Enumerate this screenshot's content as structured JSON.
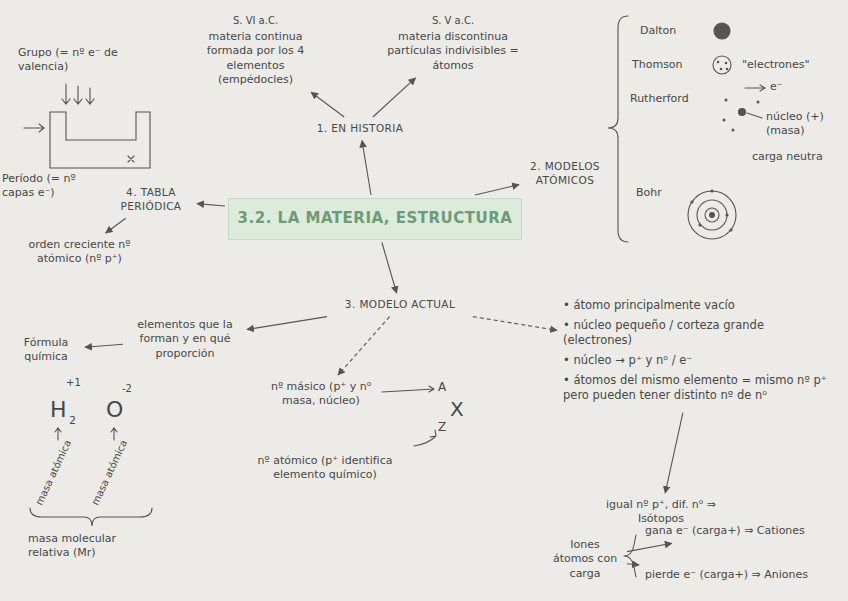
{
  "diagram": {
    "nodes": [
      {
        "text": [
          "3.2. LA MATERIA, ESTRUCTURA"
        ]
      },
      {
        "text": [
          "1. EN HISTORIA"
        ]
      },
      {
        "text": [
          "S. VI a.C.",
          "materia continua formada por los 4 elementos (empédocles)"
        ]
      },
      {
        "text": [
          "S. V a.C.",
          "materia discontinua partículas indivisibles = átomos"
        ]
      },
      {
        "text": [
          "2. MODELOS ATÓMICOS"
        ]
      },
      {
        "text": [
          "4. TABLA PERIÓDICA"
        ]
      },
      {
        "text": [
          "orden creciente nº atómico (nº p⁺)"
        ]
      },
      {
        "text": [
          "3. MODELO ACTUAL"
        ]
      },
      {
        "text": [
          "Fórmula química"
        ]
      },
      {
        "text": [
          "elementos que la forman y en qué proporción"
        ]
      },
      {
        "text": [
          "nº másico (p⁺ y n⁰ masa, núcleo)"
        ]
      },
      {
        "text": [
          "nº atómico (p⁺ identifica elemento químico)"
        ]
      },
      {
        "text": [
          "• átomo principalmente vacío",
          "• núcleo pequeño / corteza grande (electrones)",
          "• núcleo → p⁺ y n⁰ / e⁻",
          "• átomos del mismo elemento = mismo nº p⁺ pero pueden tener distinto nº de n⁰"
        ]
      },
      {
        "text": [
          "igual nº p⁺, dif. n⁰ ⇒ Isótopos"
        ]
      },
      {
        "text": [
          "Iones átomos con carga"
        ]
      },
      {
        "text": [
          "gana e⁻ (carga+) ⇒ Cationes"
        ]
      },
      {
        "text": [
          "pierde e⁻ (carga+) ⇒ Aniones"
        ]
      }
    ],
    "edges": [
      {
        "from": 0,
        "to": 1,
        "arrow": "to"
      },
      {
        "from": 1,
        "to": 2,
        "arrow": "to"
      },
      {
        "from": 1,
        "to": 3,
        "arrow": "to"
      },
      {
        "from": 0,
        "to": 4,
        "arrow": "to"
      },
      {
        "from": 0,
        "to": 5,
        "arrow": "to"
      },
      {
        "from": 5,
        "to": 6,
        "arrow": "to"
      },
      {
        "from": 0,
        "to": 7,
        "arrow": "to"
      },
      {
        "from": 7,
        "to": 9,
        "arrow": "to"
      },
      {
        "from": 9,
        "to": 8,
        "arrow": "to"
      },
      {
        "from": 7,
        "to": 12,
        "arrow": "to"
      },
      {
        "from": 7,
        "to": 10,
        "arrow": "to"
      },
      {
        "from": 12,
        "to": 13,
        "arrow": "to"
      },
      {
        "from": 14,
        "to": 15,
        "arrow": "to"
      },
      {
        "from": 14,
        "to": 16,
        "arrow": "to"
      }
    ],
    "labels": [
      "Grupo (= nº e⁻ de valencia)",
      "Período (= nº capas e⁻)",
      "Dalton",
      "Thomson",
      "\"electrones\"",
      "Rutherford",
      "e⁻",
      "núcleo (+) (masa)",
      "carga neutra",
      "Bohr",
      "+1",
      "-2",
      "H",
      "2",
      "O",
      "masa atómica",
      "masa atómica",
      "masa molecular relativa (Mr)",
      "A",
      "Z",
      "X"
    ]
  }
}
